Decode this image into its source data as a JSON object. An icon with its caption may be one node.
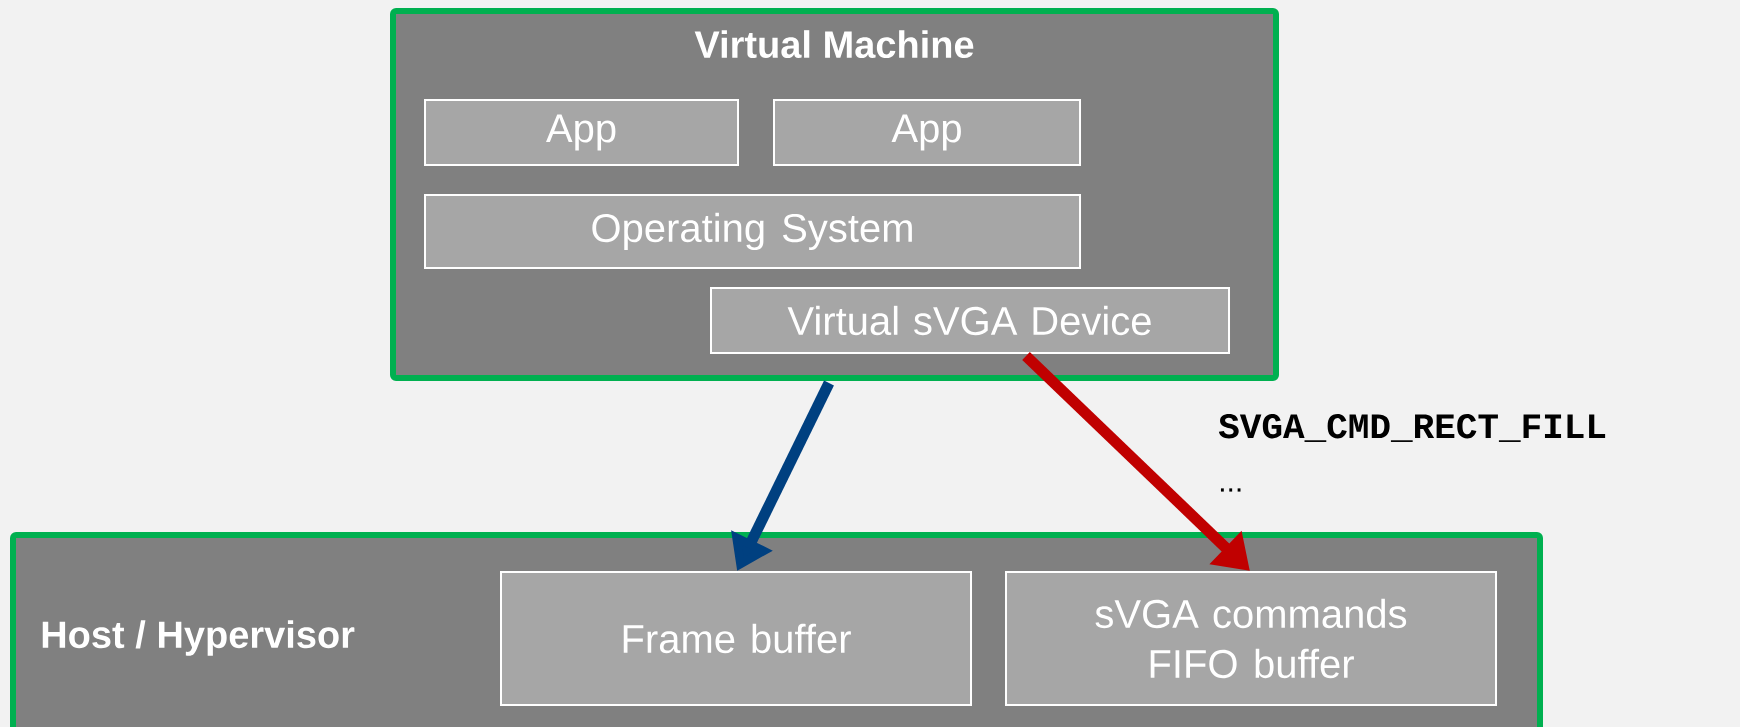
{
  "diagram": {
    "nodes": [
      {
        "text": [
          "Virtual Machine"
        ]
      },
      {
        "text": [
          "App"
        ],
        "in": 0
      },
      {
        "text": [
          "App"
        ],
        "in": 0
      },
      {
        "text": [
          "Operating System"
        ],
        "in": 0
      },
      {
        "text": [
          "Virtual sVGA Device"
        ],
        "in": 0
      },
      {
        "text": [
          "Host / Hypervisor"
        ]
      },
      {
        "text": [
          "Frame buffer"
        ],
        "in": 5
      },
      {
        "text": [
          "sVGA commands FIFO buffer"
        ],
        "in": 5
      }
    ],
    "edges": [
      {
        "from": 0,
        "to": 6,
        "arrow": "to",
        "color": "#004080"
      },
      {
        "from": 4,
        "to": 7,
        "arrow": "to",
        "color": "#c00000"
      }
    ],
    "labels": [
      "SVGA_CMD_RECT_FILL",
      "..."
    ]
  }
}
